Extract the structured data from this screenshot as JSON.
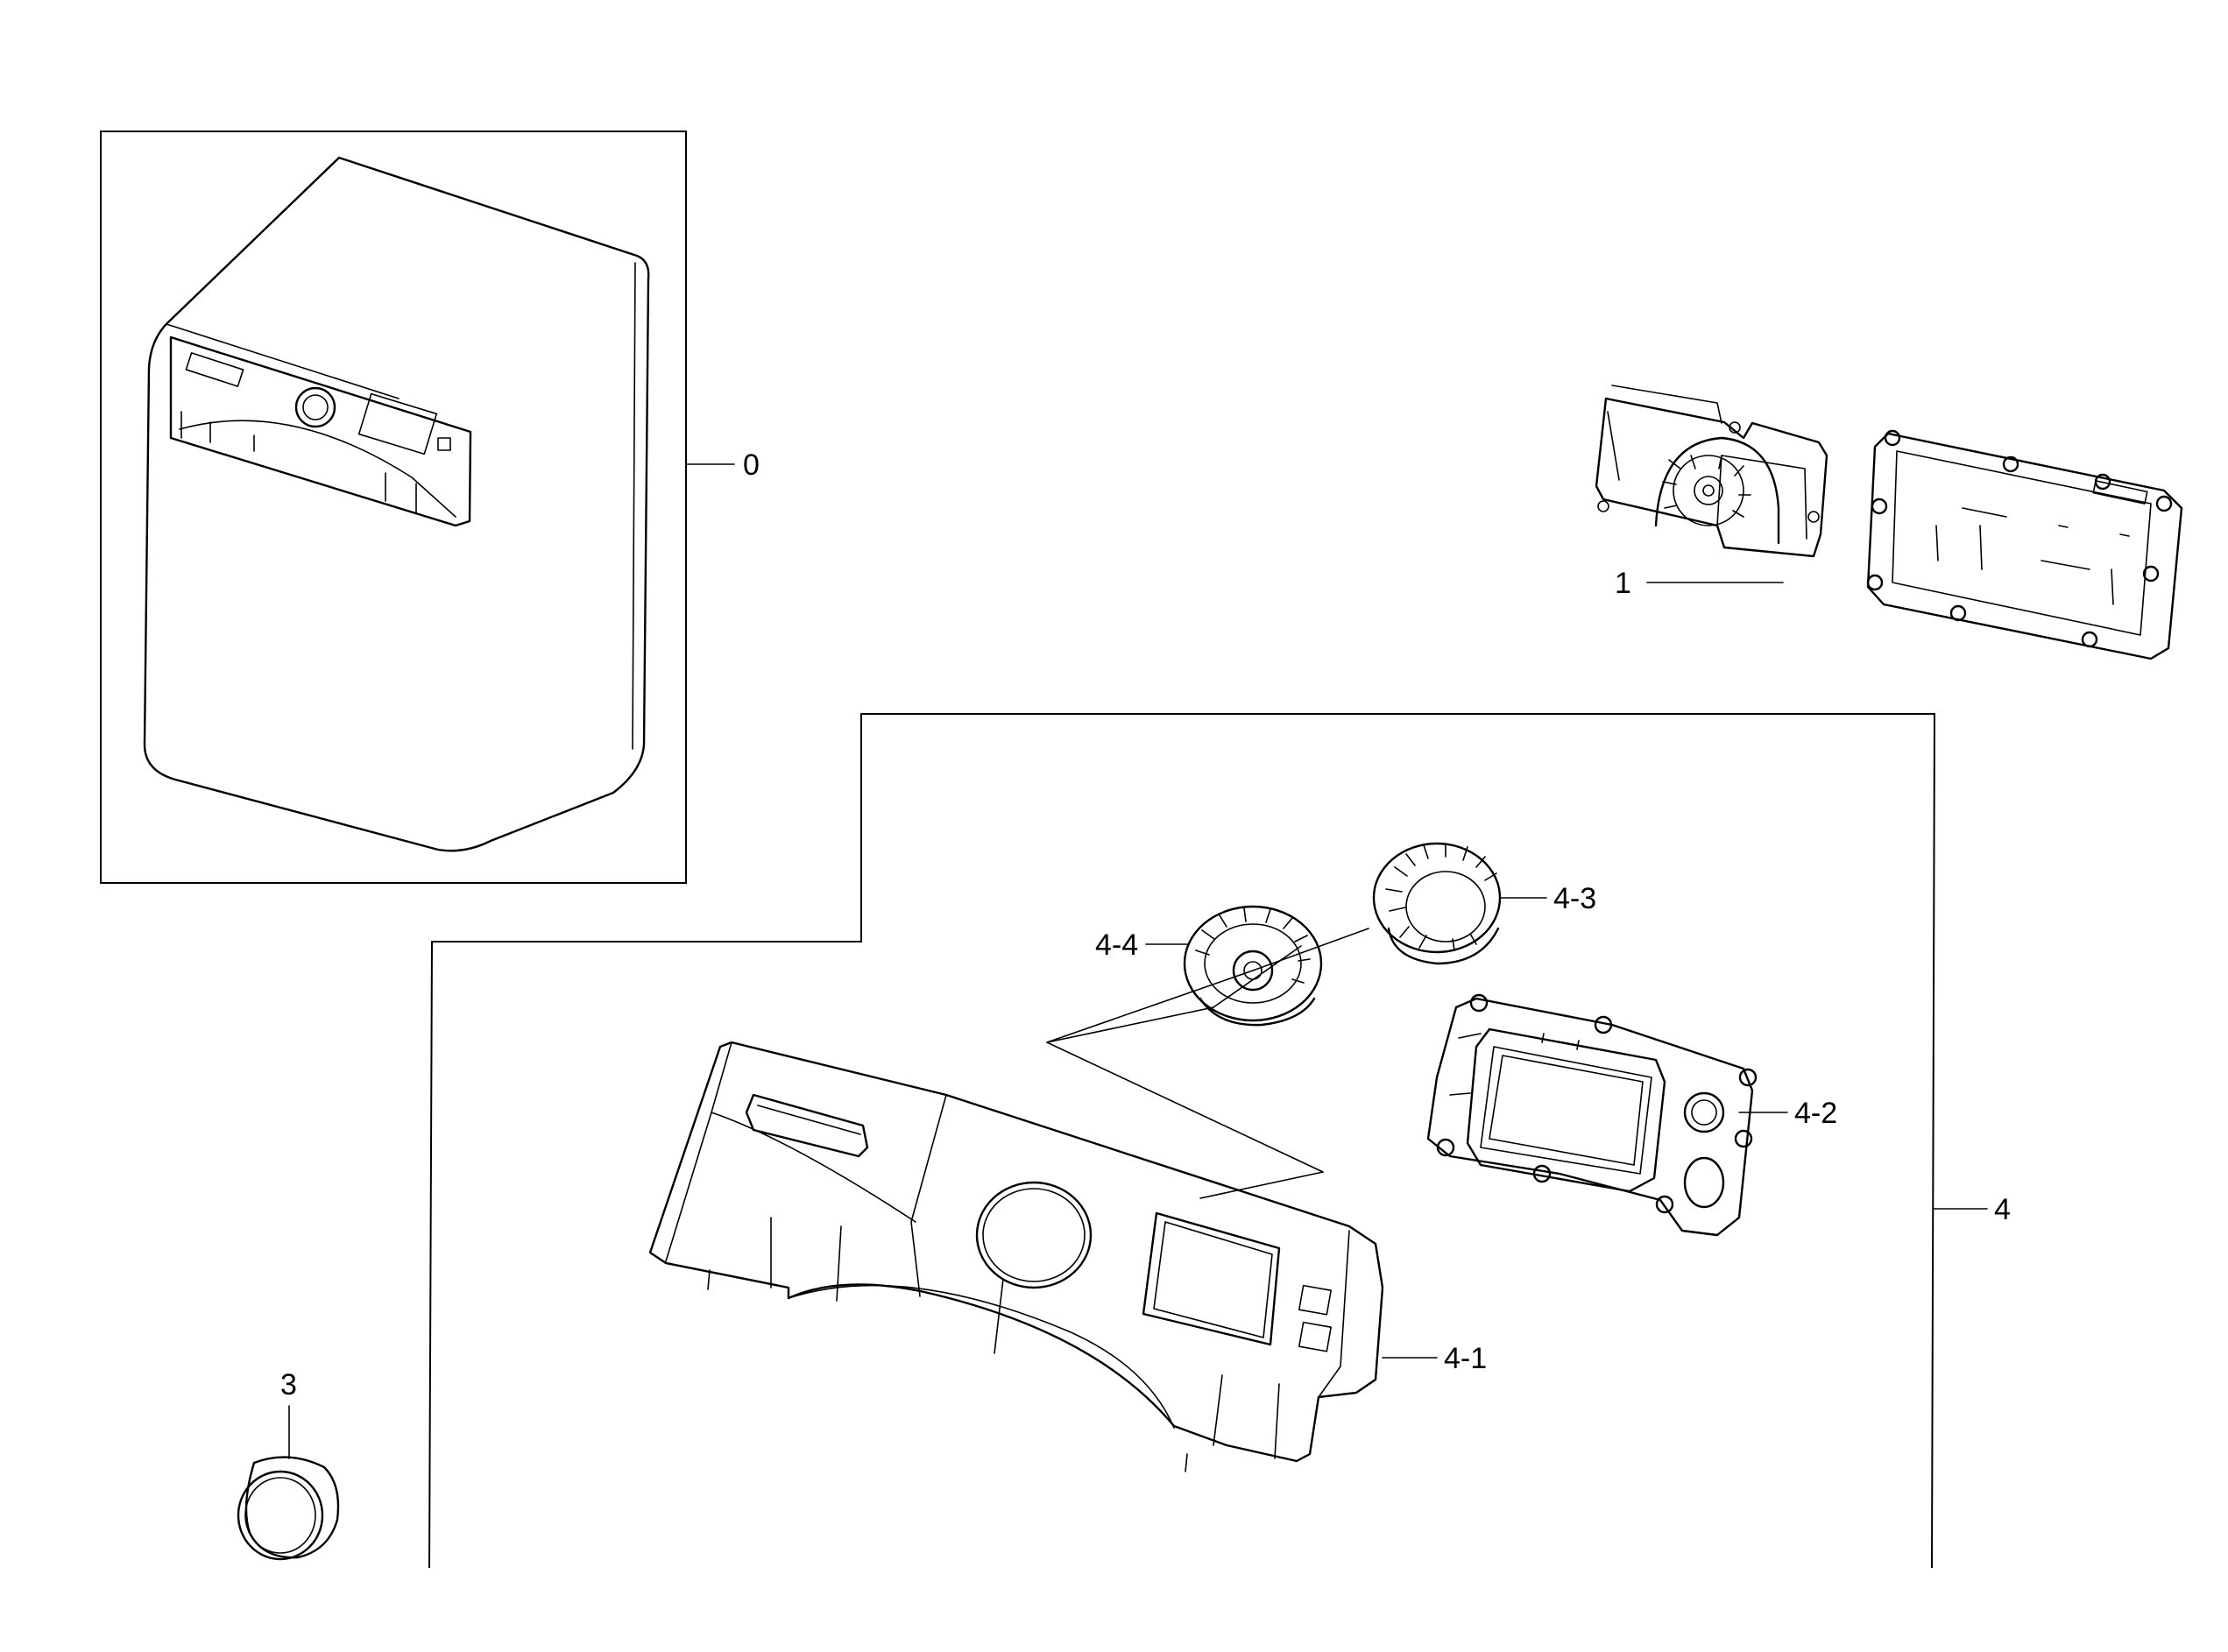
{
  "callouts": {
    "part_0": "0",
    "part_1": "1",
    "part_3": "3",
    "part_4": "4",
    "part_4_1": "4-1",
    "part_4_2": "4-2",
    "part_4_3": "4-3",
    "part_4_4": "4-4"
  },
  "icons": [
    "washer-cabinet-icon",
    "pcb-board-icon",
    "knob-icon",
    "control-panel-icon",
    "display-module-icon",
    "dial-ring-icon",
    "dial-knob-icon"
  ],
  "colors": {
    "line": "#000000",
    "background": "#ffffff"
  }
}
